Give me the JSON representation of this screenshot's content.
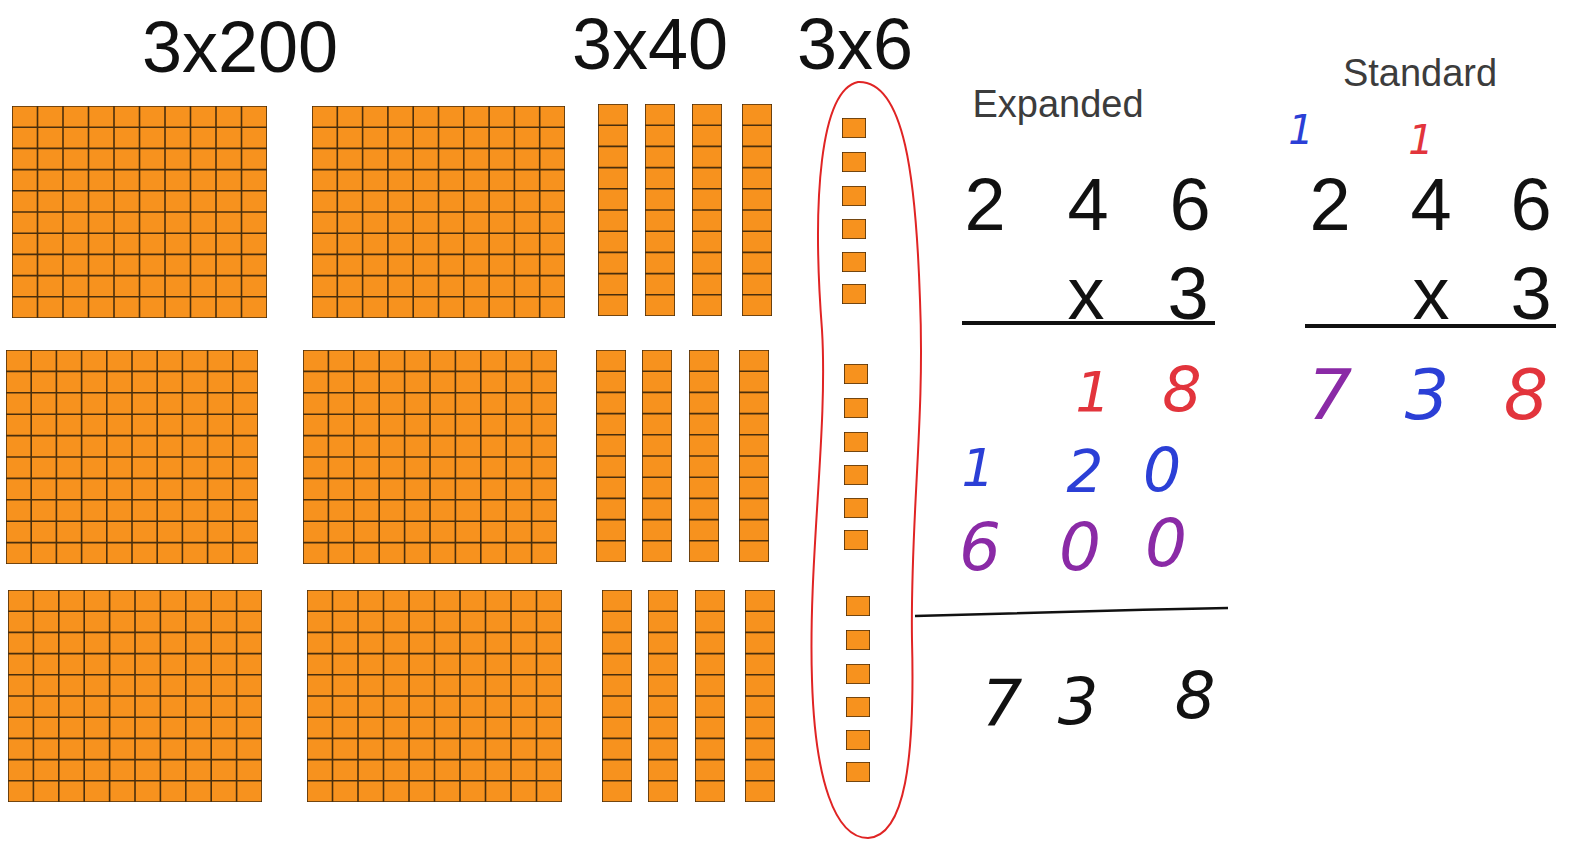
{
  "diagram": {
    "labels": [
      "3x200",
      "3x40",
      "3x6",
      "Expanded",
      "2",
      "4",
      "6",
      "x",
      "3",
      "1",
      "8",
      "1",
      "2",
      "0",
      "6",
      "0",
      "0",
      "7",
      "3",
      "8",
      "Standard",
      "1",
      "1",
      "2",
      "4",
      "6",
      "x",
      "3",
      "7",
      "3",
      "8"
    ]
  }
}
